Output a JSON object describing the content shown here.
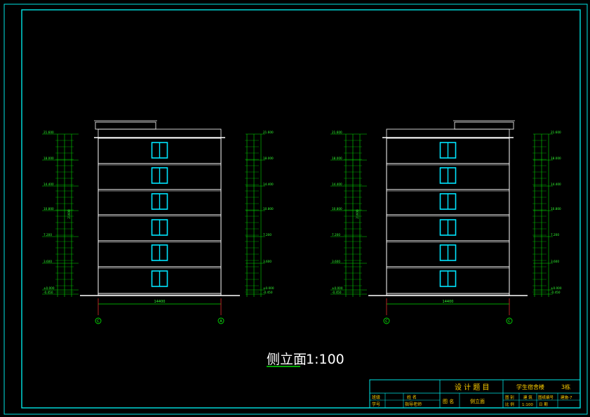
{
  "drawing_title": "侧立面",
  "drawing_scale": "1:100",
  "left_elevation": {
    "width_dimension": "14400",
    "axis_left": "C",
    "axis_right": "A",
    "level_labels_left": [
      "21.600",
      "18.000",
      "14.400",
      "10.800",
      "7.200",
      "3.600",
      "±0.000",
      "-0.450"
    ],
    "level_labels_right": [
      "21.600",
      "18.000",
      "14.400",
      "10.800",
      "7.200",
      "3.600",
      "±0.000",
      "-0.450"
    ],
    "total_height_label": "21600"
  },
  "right_elevation": {
    "width_dimension": "14400",
    "axis_left": "C",
    "axis_right": "C",
    "level_labels_left": [
      "21.600",
      "18.000",
      "14.400",
      "10.800",
      "7.200",
      "3.600",
      "±0.000",
      "-0.450"
    ],
    "level_labels_right": [
      "21.600",
      "18.000",
      "14.400",
      "10.800",
      "7.200",
      "3.600",
      "±0.000",
      "-0.450"
    ],
    "total_height_label": "21600"
  },
  "title_block": {
    "design_topic_label": "设 计 题 目",
    "project_name": "学生宿舍楼",
    "project_suffix": "3栋",
    "row2_col1": "班级",
    "row2_col2": "姓 名",
    "row3_col1": "学号",
    "row3_col2": "指导老师",
    "drawing_name_label": "图 名",
    "drawing_name": "侧立面",
    "cell_a1": "图 别",
    "cell_a2": "建 筑",
    "cell_a3": "图纸编号",
    "cell_a4": "建施-7",
    "cell_b1": "比 例",
    "cell_b2": "1:100",
    "cell_b3": "日 期",
    "cell_b4": ""
  },
  "colors": {
    "background": "#000000",
    "frame": "#00e5e5",
    "building": "#ffffff",
    "window": "#00e5ff",
    "dimension": "#00dd00",
    "text_green": "#33ff33",
    "text_white": "#ffffff",
    "text_yellow": "#ffd000",
    "axis_red": "#ff3333"
  }
}
